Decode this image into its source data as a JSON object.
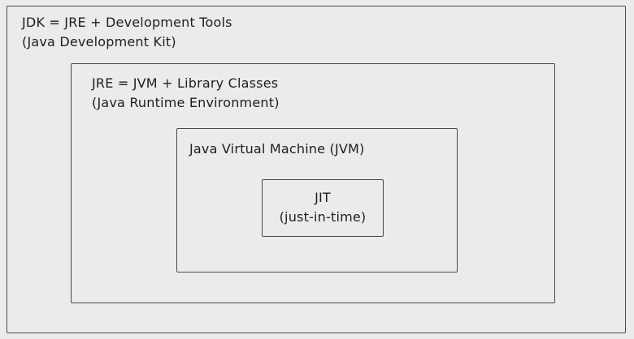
{
  "diagram": {
    "jdk": {
      "title": "JDK = JRE + Development Tools",
      "subtitle": "(Java Development Kit)"
    },
    "jre": {
      "title": "JRE = JVM + Library Classes",
      "subtitle": "(Java Runtime Environment)"
    },
    "jvm": {
      "title": "Java Virtual Machine (JVM)"
    },
    "jit": {
      "title": "JIT",
      "subtitle": "(just-in-time)"
    }
  }
}
